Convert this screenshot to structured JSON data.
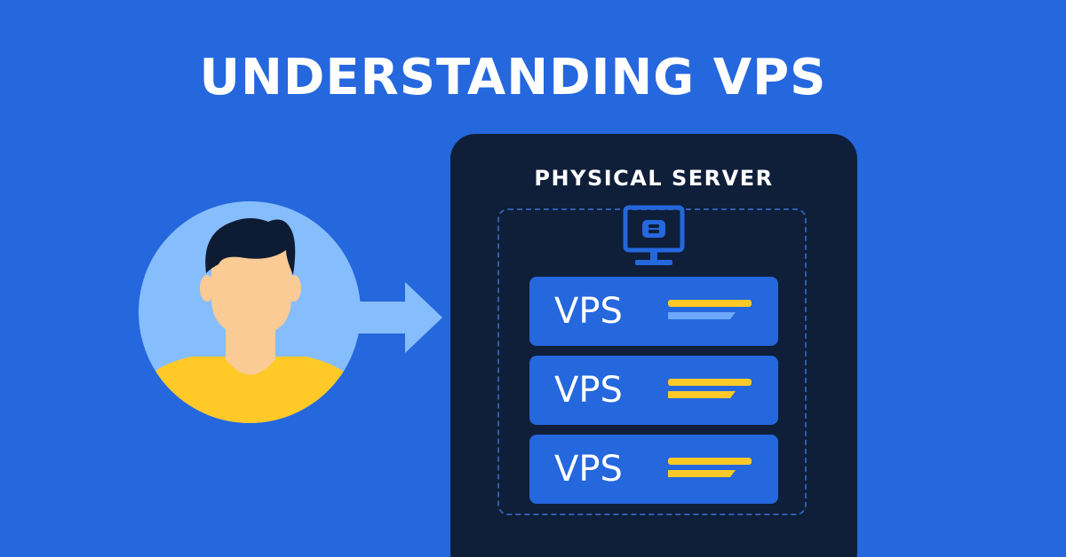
{
  "title": "UNDERSTANDING VPS",
  "server": {
    "label": "PHYSICAL SERVER",
    "icon": "server-monitor-icon",
    "vps_items": [
      {
        "label": "VPS",
        "accent": "#FFC928",
        "second_line": "#6EA8FF"
      },
      {
        "label": "VPS",
        "accent": "#FFC928",
        "second_line": "#FFC928"
      },
      {
        "label": "VPS",
        "accent": "#FFC928",
        "second_line": "#FFC928"
      }
    ]
  },
  "user": {
    "icon": "user-avatar-icon",
    "arrow_icon": "arrow-right-icon"
  },
  "colors": {
    "background": "#2567DD",
    "server": "#0F1E39",
    "circle": "#86BDFD",
    "shirt": "#FFC928",
    "skin": "#FACB94",
    "hair": "#0E1C33",
    "arrow": "#86BDFD"
  }
}
